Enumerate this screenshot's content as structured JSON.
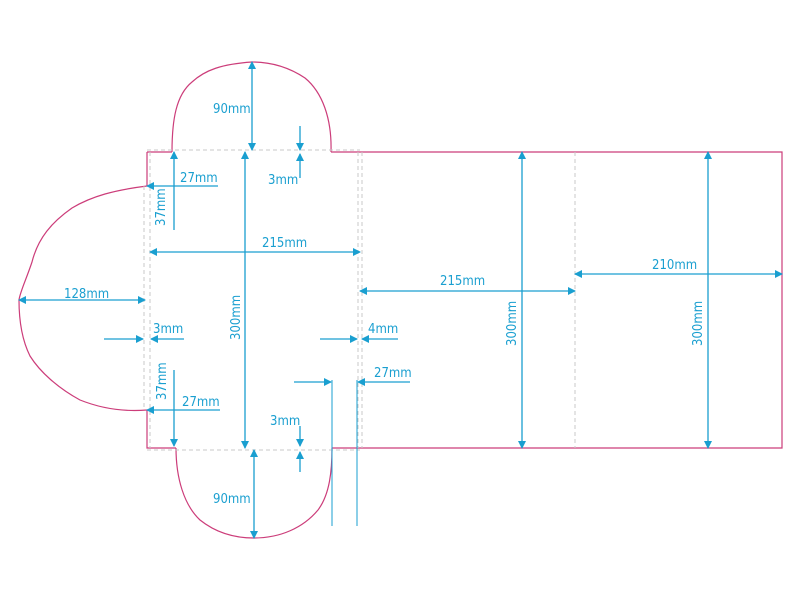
{
  "colors": {
    "cut_line": "#cc3d7a",
    "fold_line": "#c8c8c8",
    "dimension": "#1a9fd0",
    "background": "#ffffff"
  },
  "dimensions": {
    "top_flap_height": "90mm",
    "top_bleed": "3mm",
    "left_tab_upper": "27mm",
    "left_tab_upper_height": "37mm",
    "front_panel_width": "215mm",
    "front_panel_height": "300mm",
    "left_flap_width": "128mm",
    "left_bleed": "3mm",
    "inner_gap": "4mm",
    "right_tab": "27mm",
    "left_tab_lower": "27mm",
    "left_tab_lower_height": "37mm",
    "bottom_bleed": "3mm",
    "bottom_flap_height": "90mm",
    "middle_panel_width": "215mm",
    "middle_panel_height": "300mm",
    "right_panel_width": "210mm",
    "right_panel_height": "300mm"
  }
}
